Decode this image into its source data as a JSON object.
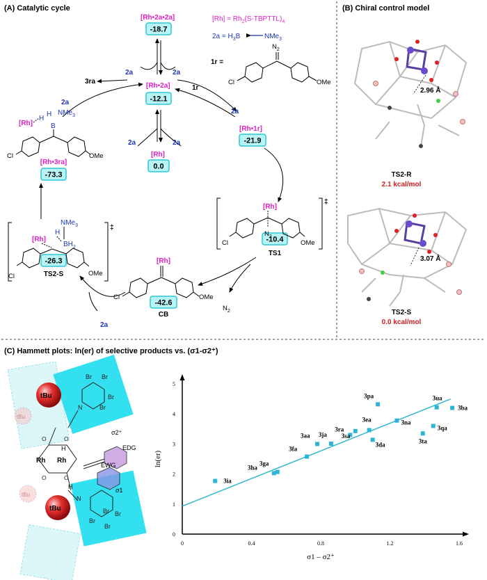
{
  "headers": {
    "panel_a": "(A) Catalytic cycle",
    "panel_b": "(B) Chiral control model",
    "panel_c": "(C) Hammett plots: ln(er) of selective products vs. (σ1-σ2⁺)"
  },
  "legend": {
    "rh_def_prefix": "[Rh] = Rh",
    "rh_def_sub": "2",
    "rh_def_suffix": "(S-TBPTTL)",
    "rh_def_sub2": "4",
    "ab_def_prefix": "2a = H",
    "ab_def_sub": "3",
    "ab_def_mid": "B",
    "ab_def_suffix": "NMe",
    "ab_def_sub2": "3",
    "one_r_label": "1r =",
    "one_r_n2": "N",
    "one_r_n2_sub": "2"
  },
  "cycle": {
    "states": [
      {
        "label": "[Rh•2a•2a]",
        "value": "-18.7"
      },
      {
        "label": "[Rh•2a]",
        "value": "-12.1"
      },
      {
        "label": "[Rh]",
        "value": "0.0"
      },
      {
        "label": "[Rh•1r]",
        "value": "-21.9"
      },
      {
        "label": "TS1",
        "value": "-10.4"
      },
      {
        "label": "CB",
        "value": "-42.6"
      },
      {
        "label": "TS2-S",
        "value": "-26.3"
      },
      {
        "label": "[Rh•3ra]",
        "value": "-73.3"
      }
    ],
    "arrows": {
      "two_a": "2a",
      "three_ra": "3ra",
      "one_r": "1r",
      "n2": "N",
      "n2_sub": "2",
      "ts_symbol": "‡"
    },
    "molecule_labels": {
      "cl": "Cl",
      "ome": "OMe",
      "rh": "[Rh]",
      "h": "H",
      "b": "B",
      "nme3": "NMe",
      "nme3_sub": "3",
      "bh2": "BH",
      "bh2_sub": "2"
    }
  },
  "chiral_model": {
    "ts_r": {
      "label": "TS2-R",
      "energy": "2.1 kcal/mol",
      "distance": "2.96 Å"
    },
    "ts_s": {
      "label": "TS2-S",
      "energy": "0.0 kcal/mol",
      "distance": "3.07 Å"
    }
  },
  "catalyst_labels": {
    "tbu": "tBu",
    "rh": "Rh",
    "br": "Br",
    "n": "N",
    "o": "O",
    "h": "H",
    "sigma2": "σ2⁺",
    "sigma1": "σ1",
    "edg": "EDG",
    "ewg": "EWG"
  },
  "chart_data": {
    "type": "scatter",
    "title": "",
    "xlabel": "σ1 – σ2⁺",
    "ylabel": "ln(er)",
    "xlim": [
      0,
      1.6
    ],
    "ylim": [
      0,
      5
    ],
    "xticks": [
      "0",
      "0.4",
      "0.8",
      "1.2",
      "1.6"
    ],
    "yticks": [
      "0",
      "1",
      "2",
      "3",
      "4",
      "5"
    ],
    "points": [
      {
        "label": "3ia",
        "x": 0.19,
        "y": 1.77
      },
      {
        "label": "3ha",
        "x": 0.53,
        "y": 2.03
      },
      {
        "label": "3ga",
        "x": 0.55,
        "y": 2.07
      },
      {
        "label": "3fa",
        "x": 0.72,
        "y": 2.58
      },
      {
        "label": "3aa",
        "x": 0.78,
        "y": 3.0
      },
      {
        "label": "3ja",
        "x": 0.86,
        "y": 3.01
      },
      {
        "label": "3ra",
        "x": 0.97,
        "y": 3.3
      },
      {
        "label": "3sa",
        "x": 1.0,
        "y": 3.43
      },
      {
        "label": "3ea",
        "x": 1.08,
        "y": 3.46
      },
      {
        "label": "3da",
        "x": 1.1,
        "y": 3.14
      },
      {
        "label": "3pa",
        "x": 1.13,
        "y": 4.32
      },
      {
        "label": "3na",
        "x": 1.24,
        "y": 3.78
      },
      {
        "label": "3ta",
        "x": 1.39,
        "y": 3.35
      },
      {
        "label": "3qa",
        "x": 1.45,
        "y": 3.6
      },
      {
        "label": "3ua",
        "x": 1.47,
        "y": 4.22
      },
      {
        "label": "3ba",
        "x": 1.56,
        "y": 4.2
      }
    ],
    "fit": {
      "intercept": 0.93,
      "slope": 2.3,
      "x_range": [
        0,
        1.55
      ]
    },
    "colors": {
      "points": "#2cb5d6",
      "fit": "#33b8cc"
    }
  }
}
